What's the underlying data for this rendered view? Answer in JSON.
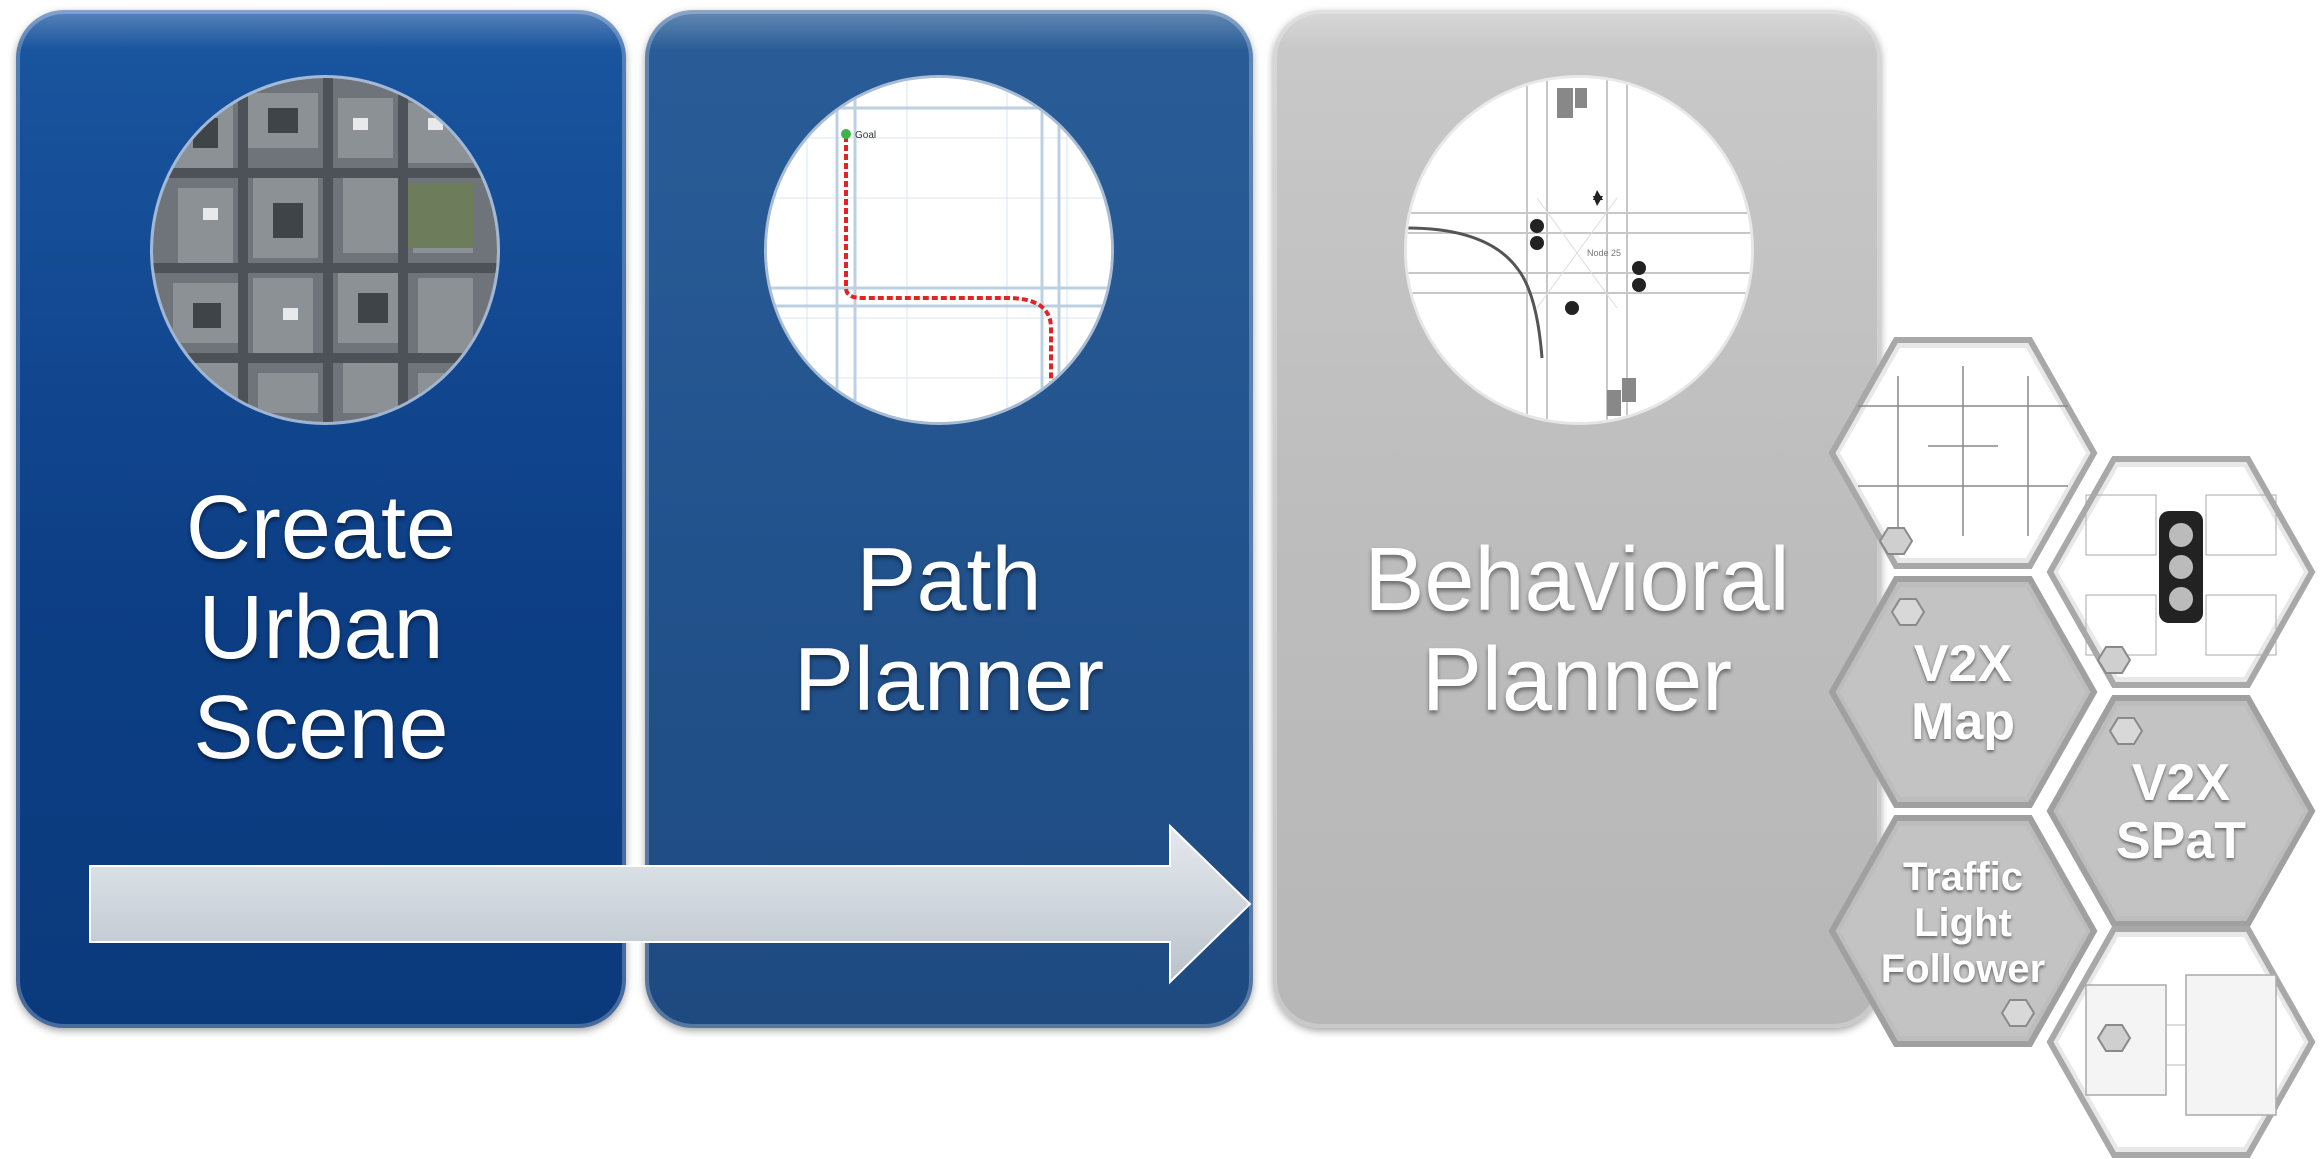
{
  "panels": [
    {
      "title_lines": [
        "Create",
        "Urban",
        "Scene"
      ]
    },
    {
      "title_lines": [
        "Path",
        "Planner"
      ],
      "thumb_label": "Goal"
    },
    {
      "title_lines": [
        "Behavioral",
        "Planner"
      ],
      "thumb_label": "Node 25"
    }
  ],
  "hexes": {
    "v2x_map": [
      "V2X",
      "Map"
    ],
    "v2x_spat": [
      "V2X",
      "SPaT"
    ],
    "traffic_light_follower": [
      "Traffic",
      "Light",
      "Follower"
    ]
  },
  "colors": {
    "panel1": "#0d3f86",
    "panel2": "#22528c",
    "panel3": "#bdbdbd",
    "arrow": "#cfd6dd",
    "path_red": "#e02424"
  }
}
